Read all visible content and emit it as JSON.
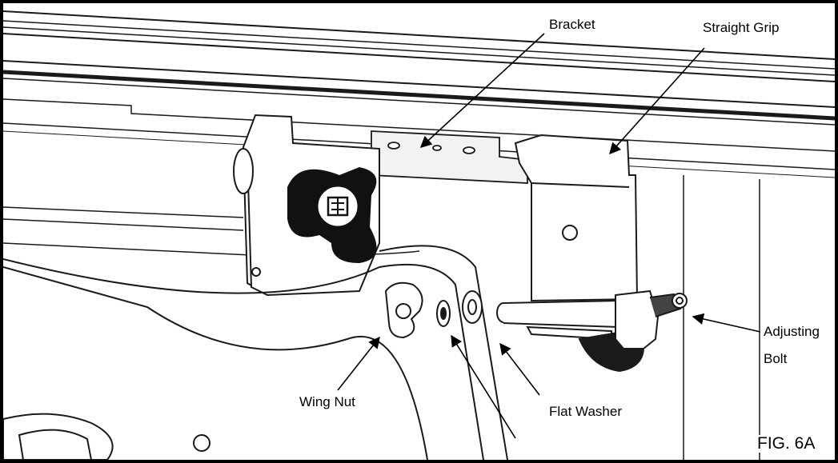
{
  "labels": {
    "bracket": "Bracket",
    "straight_grip": "Straight Grip",
    "adjusting_bolt_line1": "Adjusting",
    "adjusting_bolt_line2": "Bolt",
    "wing_nut": "Wing Nut",
    "flat_washer": "Flat Washer",
    "figure": "FIG. 6A"
  },
  "colors": {
    "line": "#1a1a1a",
    "part_shade": "#f2f2f2",
    "knob": "#111111",
    "background": "#ffffff"
  }
}
